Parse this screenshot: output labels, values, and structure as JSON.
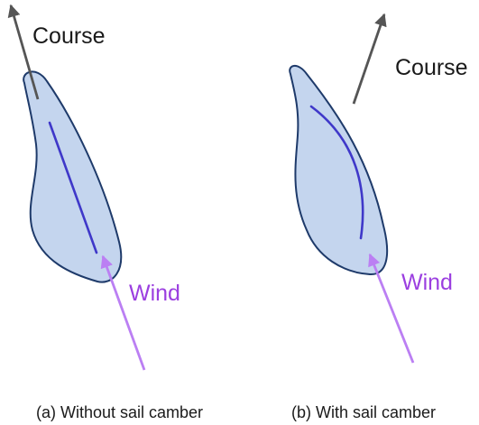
{
  "colors": {
    "hull_fill": "#c4d5ee",
    "hull_stroke": "#1e3a6a",
    "sail": "#3f38c9",
    "course_arrow": "#555555",
    "wind_arrow": "#bb7ff3",
    "wind_text": "#9b3fe0"
  },
  "panels": [
    {
      "course_label": "Course",
      "wind_label": "Wind",
      "caption": "(a) Without sail camber"
    },
    {
      "course_label": "Course",
      "wind_label": "Wind",
      "caption": "(b) With sail camber"
    }
  ]
}
